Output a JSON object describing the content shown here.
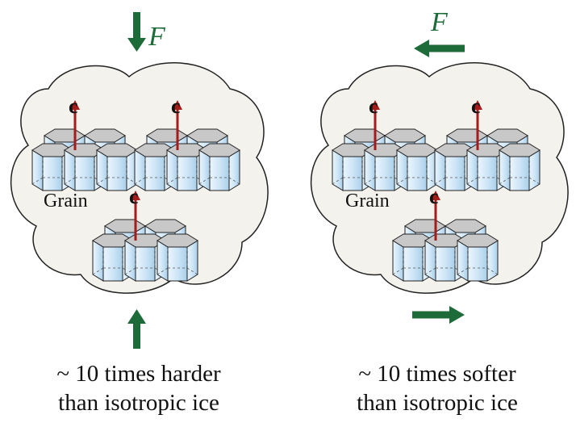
{
  "left_panel": {
    "force_label": "F",
    "grain_label": "Grain",
    "axis_label": "c",
    "caption_line1": "~ 10 times harder",
    "caption_line2": "than isotropic ice"
  },
  "right_panel": {
    "force_label": "F",
    "grain_label": "Grain",
    "axis_label": "c",
    "caption_line1": "~ 10 times softer",
    "caption_line2": "than isotropic ice"
  },
  "colors": {
    "force_arrow": "#1e6b3a",
    "c_axis_arrow": "#a51c1c",
    "cloud_fill": "#f4f2ec",
    "prism_side": "#cfe6f7",
    "prism_top": "#c8c8c8"
  }
}
